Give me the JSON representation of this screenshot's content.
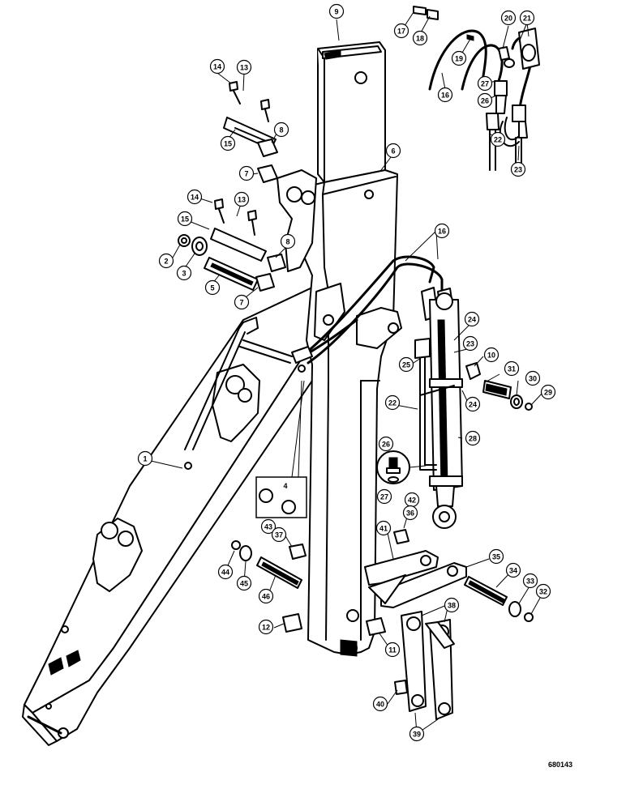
{
  "drawing_number": "680143",
  "inset_box_label": "4",
  "callouts": [
    {
      "label": "9"
    },
    {
      "label": "17"
    },
    {
      "label": "18"
    },
    {
      "label": "19"
    },
    {
      "label": "20"
    },
    {
      "label": "21"
    },
    {
      "label": "27"
    },
    {
      "label": "26"
    },
    {
      "label": "16"
    },
    {
      "label": "22"
    },
    {
      "label": "23"
    },
    {
      "label": "14"
    },
    {
      "label": "13"
    },
    {
      "label": "15"
    },
    {
      "label": "8"
    },
    {
      "label": "7"
    },
    {
      "label": "6"
    },
    {
      "label": "14"
    },
    {
      "label": "13"
    },
    {
      "label": "15"
    },
    {
      "label": "8"
    },
    {
      "label": "2"
    },
    {
      "label": "3"
    },
    {
      "label": "5"
    },
    {
      "label": "7"
    },
    {
      "label": "16"
    },
    {
      "label": "24"
    },
    {
      "label": "23"
    },
    {
      "label": "25"
    },
    {
      "label": "10"
    },
    {
      "label": "31"
    },
    {
      "label": "30"
    },
    {
      "label": "29"
    },
    {
      "label": "24"
    },
    {
      "label": "22"
    },
    {
      "label": "28"
    },
    {
      "label": "26"
    },
    {
      "label": "27"
    },
    {
      "label": "1"
    },
    {
      "label": "42"
    },
    {
      "label": "36"
    },
    {
      "label": "41"
    },
    {
      "label": "43"
    },
    {
      "label": "37"
    },
    {
      "label": "35"
    },
    {
      "label": "44"
    },
    {
      "label": "45"
    },
    {
      "label": "46"
    },
    {
      "label": "34"
    },
    {
      "label": "33"
    },
    {
      "label": "32"
    },
    {
      "label": "38"
    },
    {
      "label": "12"
    },
    {
      "label": "11"
    },
    {
      "label": "40"
    },
    {
      "label": "39"
    }
  ]
}
